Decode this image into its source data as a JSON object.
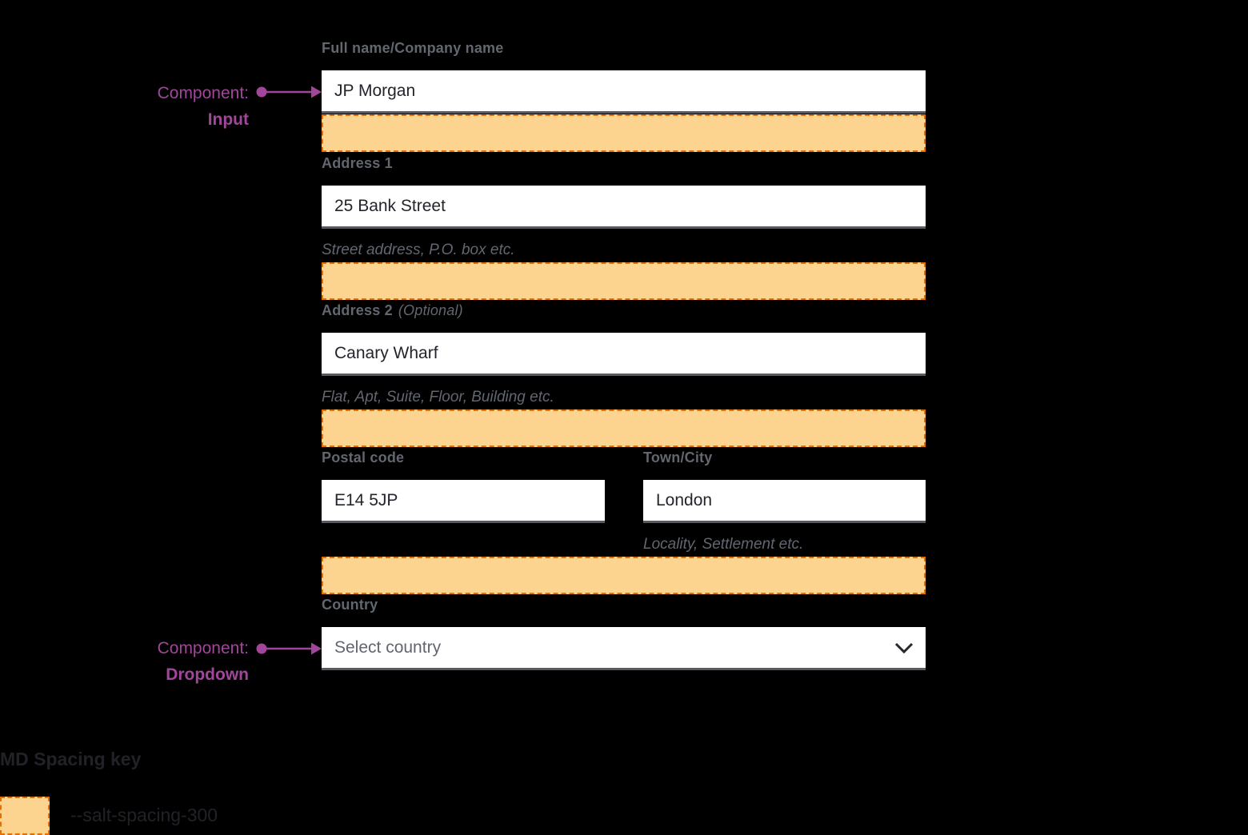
{
  "annotations": {
    "input": {
      "prefix": "Component:",
      "component": "Input"
    },
    "dropdown": {
      "prefix": "Component:",
      "component": "Dropdown"
    }
  },
  "form": {
    "full_name": {
      "label": "Full name/Company name",
      "value": "JP Morgan"
    },
    "address1": {
      "label": "Address 1",
      "value": "25 Bank Street",
      "helper": "Street address, P.O. box etc."
    },
    "address2": {
      "label": "Address 2",
      "label_suffix": "(Optional)",
      "value": "Canary Wharf",
      "helper": "Flat, Apt, Suite, Floor, Building etc."
    },
    "postal_code": {
      "label": "Postal code",
      "value": "E14 5JP"
    },
    "town_city": {
      "label": "Town/City",
      "value": "London",
      "helper": "Locality, Settlement etc."
    },
    "country": {
      "label": "Country",
      "placeholder": "Select country"
    }
  },
  "spacing_key": {
    "title": "MD Spacing key",
    "token": "--salt-spacing-300"
  },
  "colors": {
    "spacing_fill": "#FCD38F",
    "spacing_border": "#E76F00",
    "annotation_purple": "#A1469B",
    "label_gray": "#62666f"
  }
}
